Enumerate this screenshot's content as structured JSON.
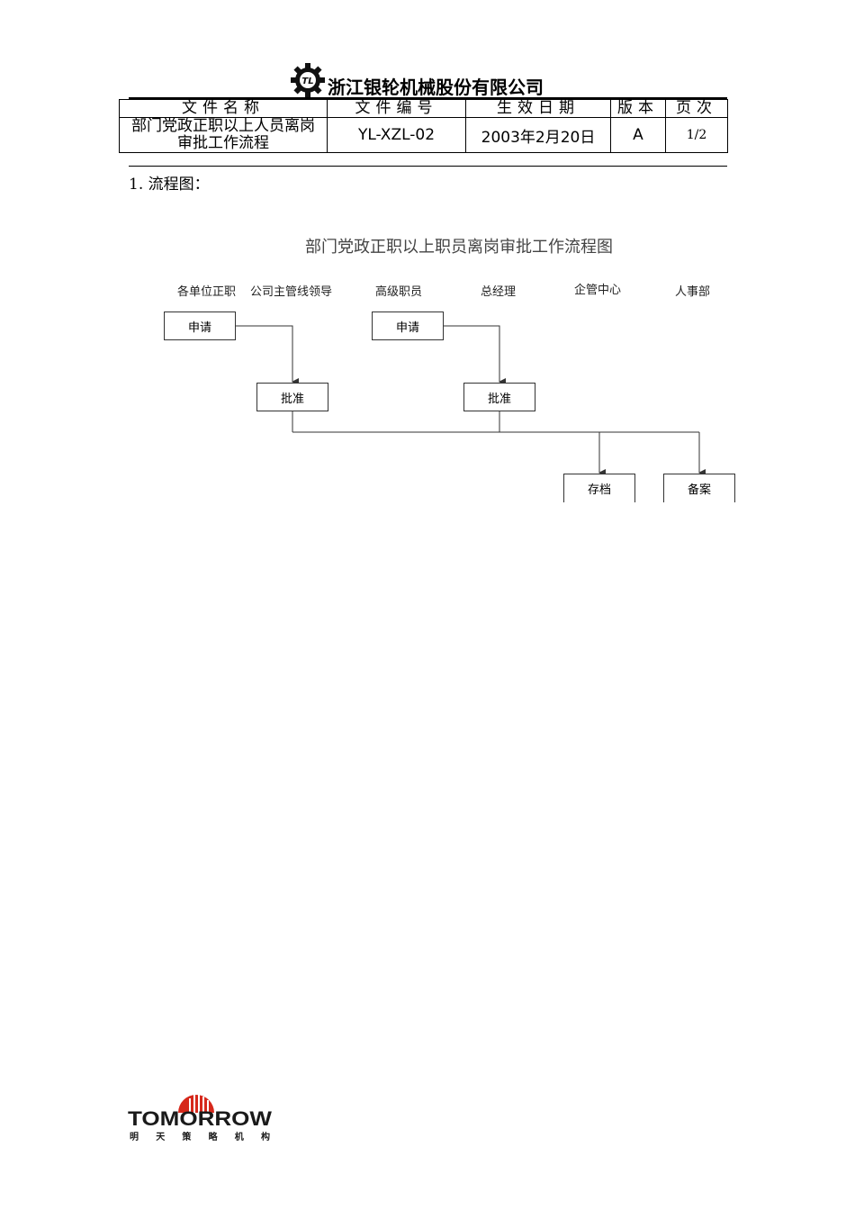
{
  "header": {
    "company_name": "浙江银轮机械股份有限公司",
    "logo_mark": "TL"
  },
  "doc_table": {
    "headers": [
      "文件名称",
      "文件编号",
      "生效日期",
      "版本",
      "页次"
    ],
    "values": {
      "file_name": "部门党政正职以上人员离岗审批工作流程",
      "file_number": "YL-XZL-02",
      "effective_date": "2003年2月20日",
      "version": "A",
      "page": "1/2"
    }
  },
  "section_title": "1.  流程图：",
  "flowchart": {
    "title": "部门党政正职以上职员离岗审批工作流程图",
    "lanes": [
      "各单位正职",
      "公司主管线领导",
      "高级职员",
      "总经理",
      "企管中心",
      "人事部"
    ],
    "nodes": {
      "apply_1": "申请",
      "apply_2": "申请",
      "approve_1": "批准",
      "approve_2": "批准",
      "archive": "存档",
      "record": "备案"
    }
  },
  "footer_logo": {
    "brand": "TOMORROW",
    "subtitle": "明天策略机构"
  },
  "colors": {
    "text": "#000000",
    "flow_line": "#333333",
    "logo_red": "#d6281b",
    "gear": "#111111"
  }
}
